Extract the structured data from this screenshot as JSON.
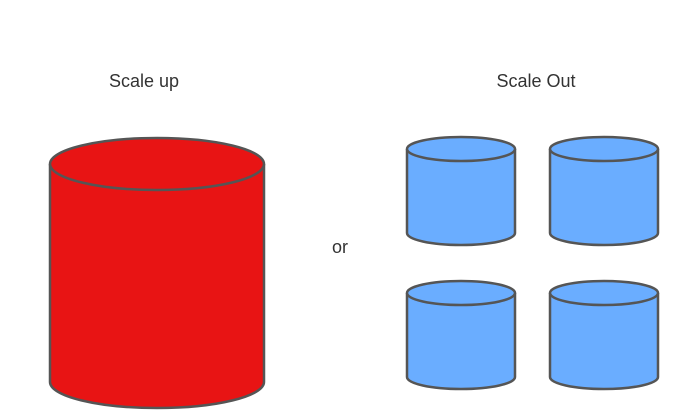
{
  "labels": {
    "scale_up": "Scale up",
    "scale_out": "Scale Out",
    "or": "or"
  },
  "colors": {
    "scale_up_fill": "#E81414",
    "scale_out_fill": "#6AADFF",
    "outline": "#555555",
    "text": "#333333"
  },
  "scale_out_count": 4
}
